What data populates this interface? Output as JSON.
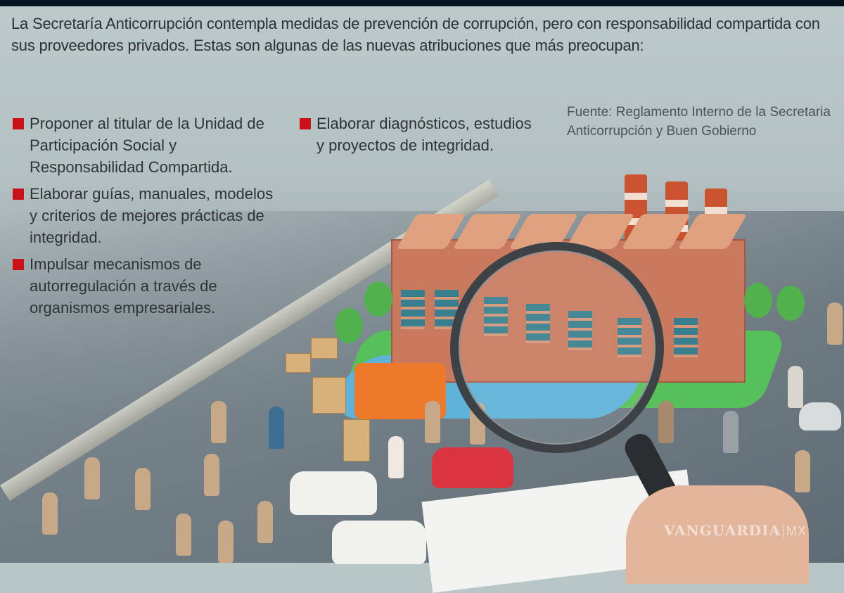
{
  "intro": {
    "text": "La Secretaría Anticorrupción contempla medidas de prevención de corrupción, pero con responsabilidad compartida con sus proveedores privados. Estas son algunas de las nuevas atribuciones que más preocupan:"
  },
  "items": {
    "left": [
      "Proponer al titular de la Unidad de Participación Social y Responsabilidad Compartida.",
      "Elaborar guías, manuales, modelos y criterios de mejores prácticas de integridad.",
      "Impulsar mecanismos de autorregulación a través de organismos empresariales."
    ],
    "right": [
      "Elaborar diagnósticos, estudios y proyectos de integridad."
    ]
  },
  "source": {
    "text": "Fuente: Reglamento Interno de la Secretaria Anticorrupción y Buen Gobierno"
  },
  "watermark": {
    "brand": "VANGUARDIA",
    "suffix": "MX"
  },
  "colors": {
    "bullet": "#cc1018",
    "background": "#b9c6c7",
    "text": "#2d3133",
    "topbar": "#07141f"
  },
  "illustration": {
    "description": "Miniature factory with three striped smokestacks examined through a magnifying glass held by a hand over a document; figurines of businessmen carrying briefcases, cars, boxes, excavator, bridge"
  }
}
